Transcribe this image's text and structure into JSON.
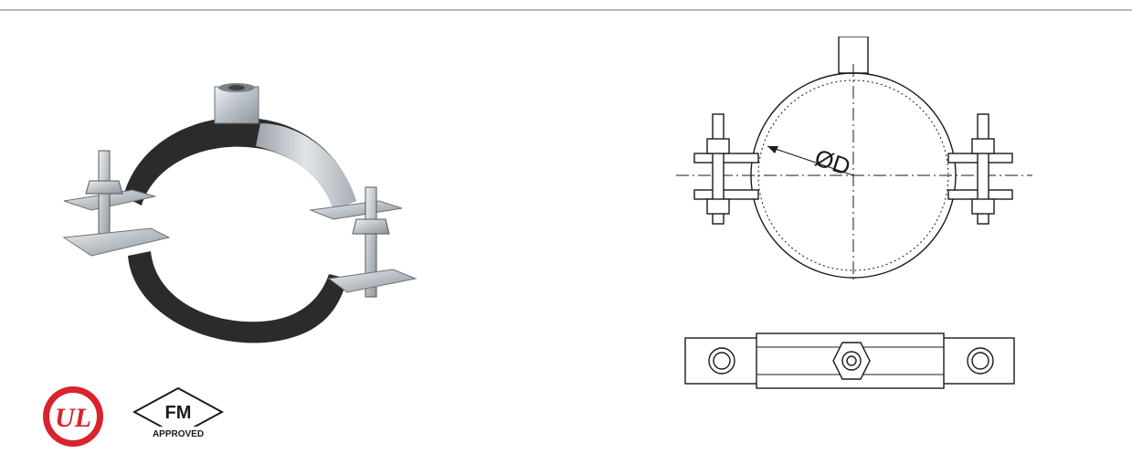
{
  "drawing": {
    "dimension_label": "ØD"
  },
  "certifications": {
    "ul_mark": "UL",
    "fm_mark": "FM",
    "fm_sub": "APPROVED"
  },
  "colors": {
    "ul_red": "#d9232d",
    "rubber": "#2b2b2b",
    "steel": "#c8cdd2",
    "line": "#1a1a1a"
  }
}
